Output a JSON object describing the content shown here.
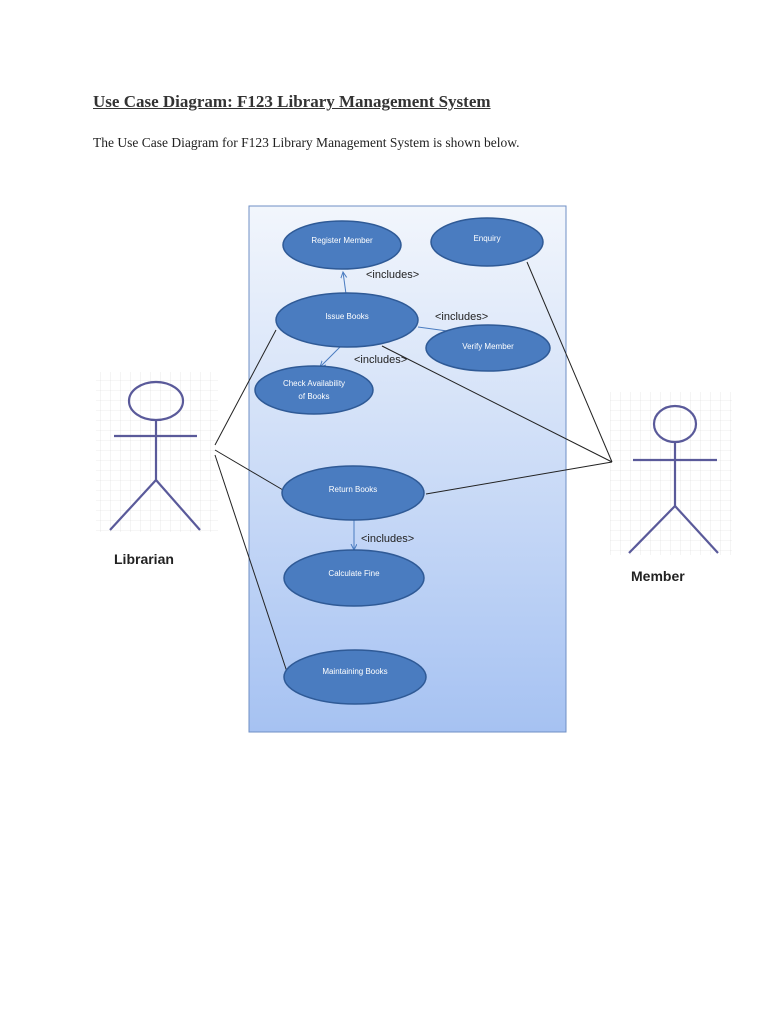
{
  "document": {
    "title": "Use Case Diagram: F123 Library Management System",
    "intro": "The Use Case Diagram for F123 Library Management System is shown below."
  },
  "diagram": {
    "actors": {
      "librarian": "Librarian",
      "member": "Member"
    },
    "use_cases": {
      "register_member": "Register Member",
      "enquiry": "Enquiry",
      "issue_books": "Issue Books",
      "verify_member": "Verify Member",
      "check_availability_line1": "Check Availability",
      "check_availability_line2": "of Books",
      "return_books": "Return Books",
      "calculate_fine": "Calculate Fine",
      "maintaining_books": "Maintaining Books"
    },
    "relations": {
      "issue_register": "<includes>",
      "issue_verify": "<includes>",
      "issue_check": "<includes>",
      "return_fine": "<includes>"
    },
    "colors": {
      "use_case_fill": "#4a7cc0",
      "use_case_stroke": "#2f5a96",
      "system_top": "#f2f6fc",
      "system_bottom": "#a6c2f2",
      "actor_stroke": "#5a5a9a"
    }
  }
}
